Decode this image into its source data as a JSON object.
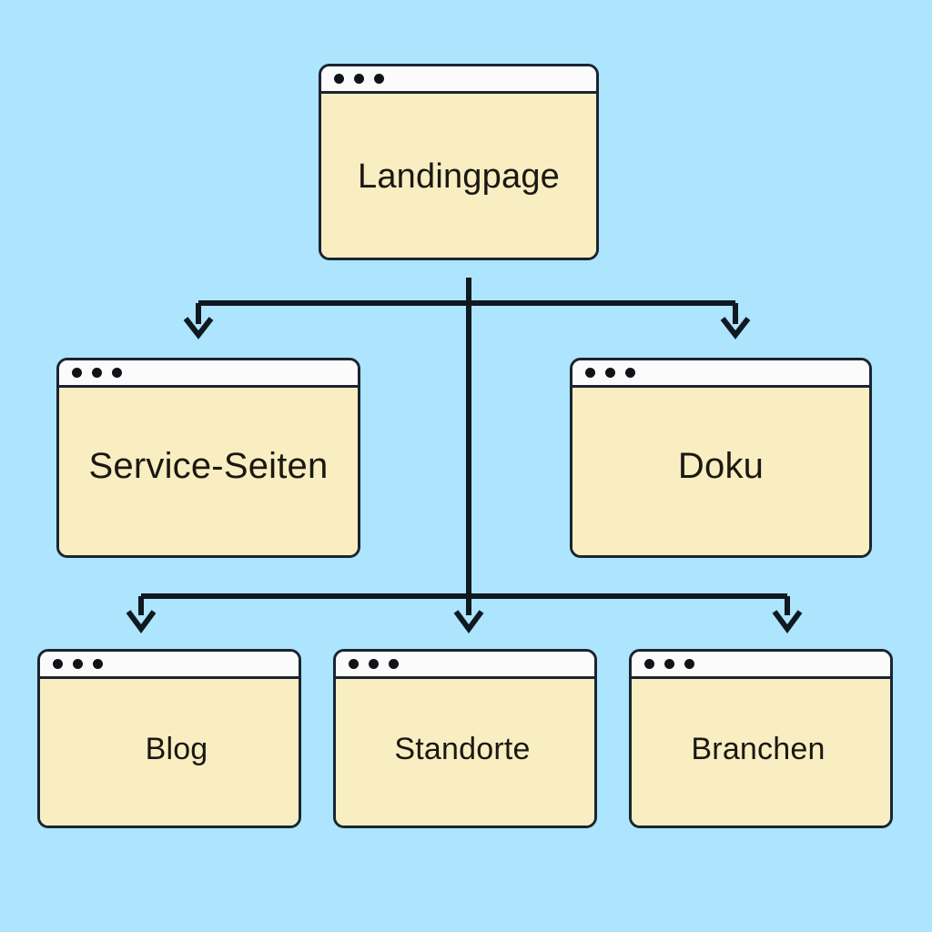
{
  "diagram": {
    "type": "site-architecture-tree",
    "background_color": "#ace5fd",
    "node_fill_color": "#f8eec2",
    "node_border_color": "#1b2430",
    "titlebar_color": "#fbfbfb",
    "connector_color": "#101820",
    "nodes": [
      {
        "id": "landingpage",
        "label": "Landingpage",
        "level": 1
      },
      {
        "id": "service",
        "label": "Service-Seiten",
        "level": 2
      },
      {
        "id": "doku",
        "label": "Doku",
        "level": 2
      },
      {
        "id": "blog",
        "label": "Blog",
        "level": 3
      },
      {
        "id": "standorte",
        "label": "Standorte",
        "level": 3
      },
      {
        "id": "branchen",
        "label": "Branchen",
        "level": 3
      }
    ],
    "edges": [
      {
        "from": "landingpage",
        "to": "service"
      },
      {
        "from": "landingpage",
        "to": "doku"
      },
      {
        "from": "landingpage",
        "to": "blog"
      },
      {
        "from": "landingpage",
        "to": "standorte"
      },
      {
        "from": "landingpage",
        "to": "branchen"
      }
    ],
    "window_chrome": {
      "dot_count": 3,
      "dot_color": "#101418",
      "dot_names": [
        "window-dot-1",
        "window-dot-2",
        "window-dot-3"
      ]
    }
  }
}
